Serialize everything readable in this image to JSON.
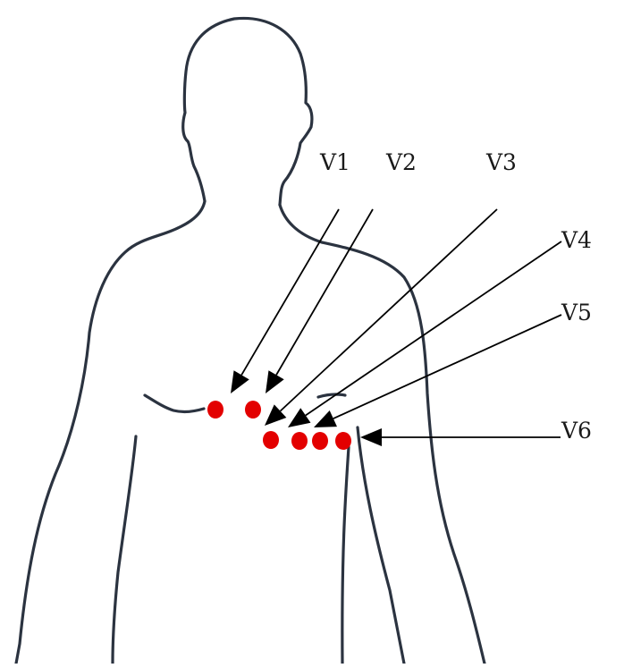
{
  "diagram": {
    "electrodes": [
      {
        "id": "v1",
        "label": "V1"
      },
      {
        "id": "v2",
        "label": "V2"
      },
      {
        "id": "v3",
        "label": "V3"
      },
      {
        "id": "v4",
        "label": "V4"
      },
      {
        "id": "v5",
        "label": "V5"
      },
      {
        "id": "v6",
        "label": "V6"
      }
    ],
    "colors": {
      "electrode": "#e30000",
      "body_outline": "#2b3340",
      "arrow": "#000000",
      "background": "#ffffff"
    }
  }
}
